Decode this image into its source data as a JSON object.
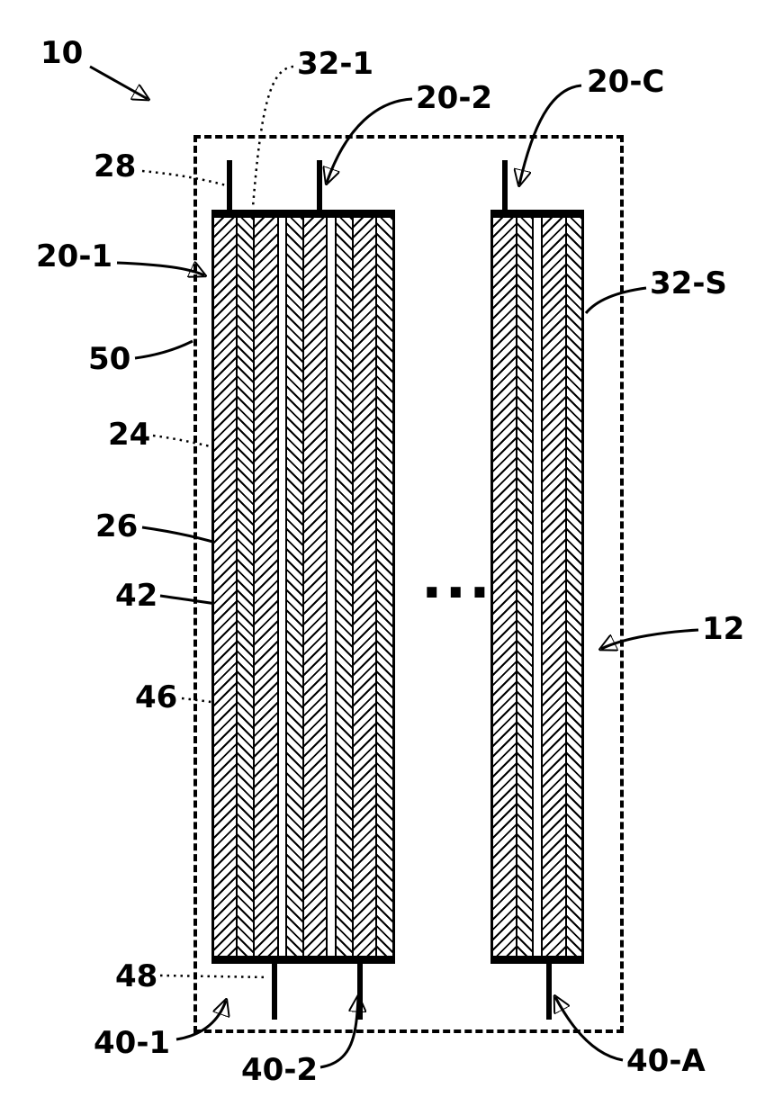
{
  "figure": {
    "type": "patent-style battery/cell stack diagram",
    "ellipsis": "...",
    "labels": {
      "10": "10",
      "32-1": "32-1",
      "20-2": "20-2",
      "20-C": "20-C",
      "28": "28",
      "20-1": "20-1",
      "32-S": "32-S",
      "50": "50",
      "24": "24",
      "26": "26",
      "42": "42",
      "12": "12",
      "46": "46",
      "48": "48",
      "40-1": "40-1",
      "40-2": "40-2",
      "40-A": "40-A"
    }
  }
}
